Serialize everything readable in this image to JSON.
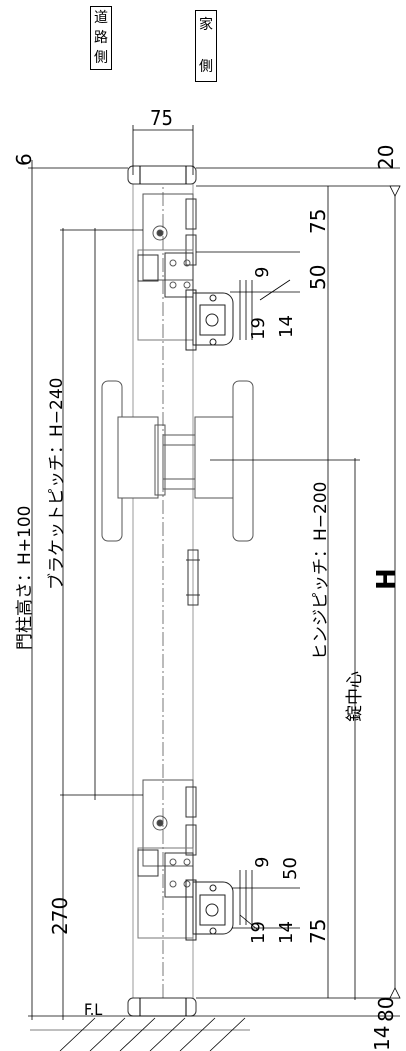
{
  "labels": {
    "road_side": [
      "道",
      "路",
      "側"
    ],
    "house_side": [
      "家",
      "側"
    ]
  },
  "dimensions": {
    "width_75": "75",
    "top_gap_6": "6",
    "top_20": "20",
    "upper_75": "75",
    "upper_50": "50",
    "upper_9": "9",
    "upper_19": "19",
    "upper_14": "14",
    "lower_9": "9",
    "lower_50": "50",
    "lower_19": "19",
    "lower_14": "14",
    "lower_75": "75",
    "bottom_80": "80",
    "bottom_14": "14",
    "left_270": "270",
    "h": "H"
  },
  "annotations": {
    "post_height": "門柱高さ：H+100",
    "bracket_pitch": "ブラケットピッチ：H−240",
    "hinge_pitch": "ヒンジピッチ：H−200",
    "lock_center": "錠中心",
    "fl": "F.L"
  }
}
